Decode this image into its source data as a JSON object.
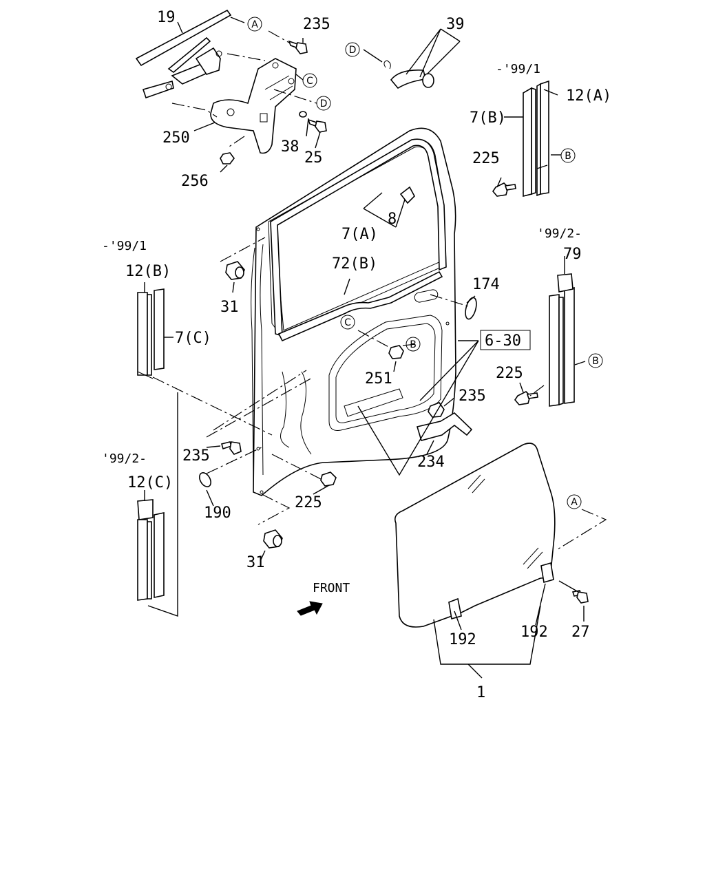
{
  "parts": {
    "p19": "19",
    "p235a": "235",
    "p39": "39",
    "p250": "250",
    "p38": "38",
    "p25": "25",
    "p256": "256",
    "p8": "8",
    "p7a": "7(A)",
    "p12a": "12(A)",
    "p7b": "7(B)",
    "p225a": "225",
    "p12b": "12(B)",
    "p7c": "7(C)",
    "p31a": "31",
    "p72b": "72(B)",
    "p174": "174",
    "p630": "6-30",
    "p251": "251",
    "p79": "79",
    "p225b": "225",
    "p235b": "235",
    "p234": "234",
    "p235c": "235",
    "p190": "190",
    "p225c": "225",
    "p12c": "12(C)",
    "p31b": "31",
    "p192a": "192",
    "p192b": "192",
    "p27": "27",
    "p1": "1"
  },
  "callouts": {
    "a1": "A",
    "c1": "C",
    "d1": "D",
    "d2": "D",
    "b1": "B",
    "c2": "C",
    "b2": "B",
    "b3": "B",
    "a2": "A"
  },
  "date_notes": {
    "upper_right": "-'99/1",
    "lower_right": "'99/2-",
    "upper_left": "-'99/1",
    "lower_left": "'99/2-"
  },
  "front_label": "FRONT",
  "colors": {
    "line": "#000000",
    "background": "#ffffff"
  }
}
